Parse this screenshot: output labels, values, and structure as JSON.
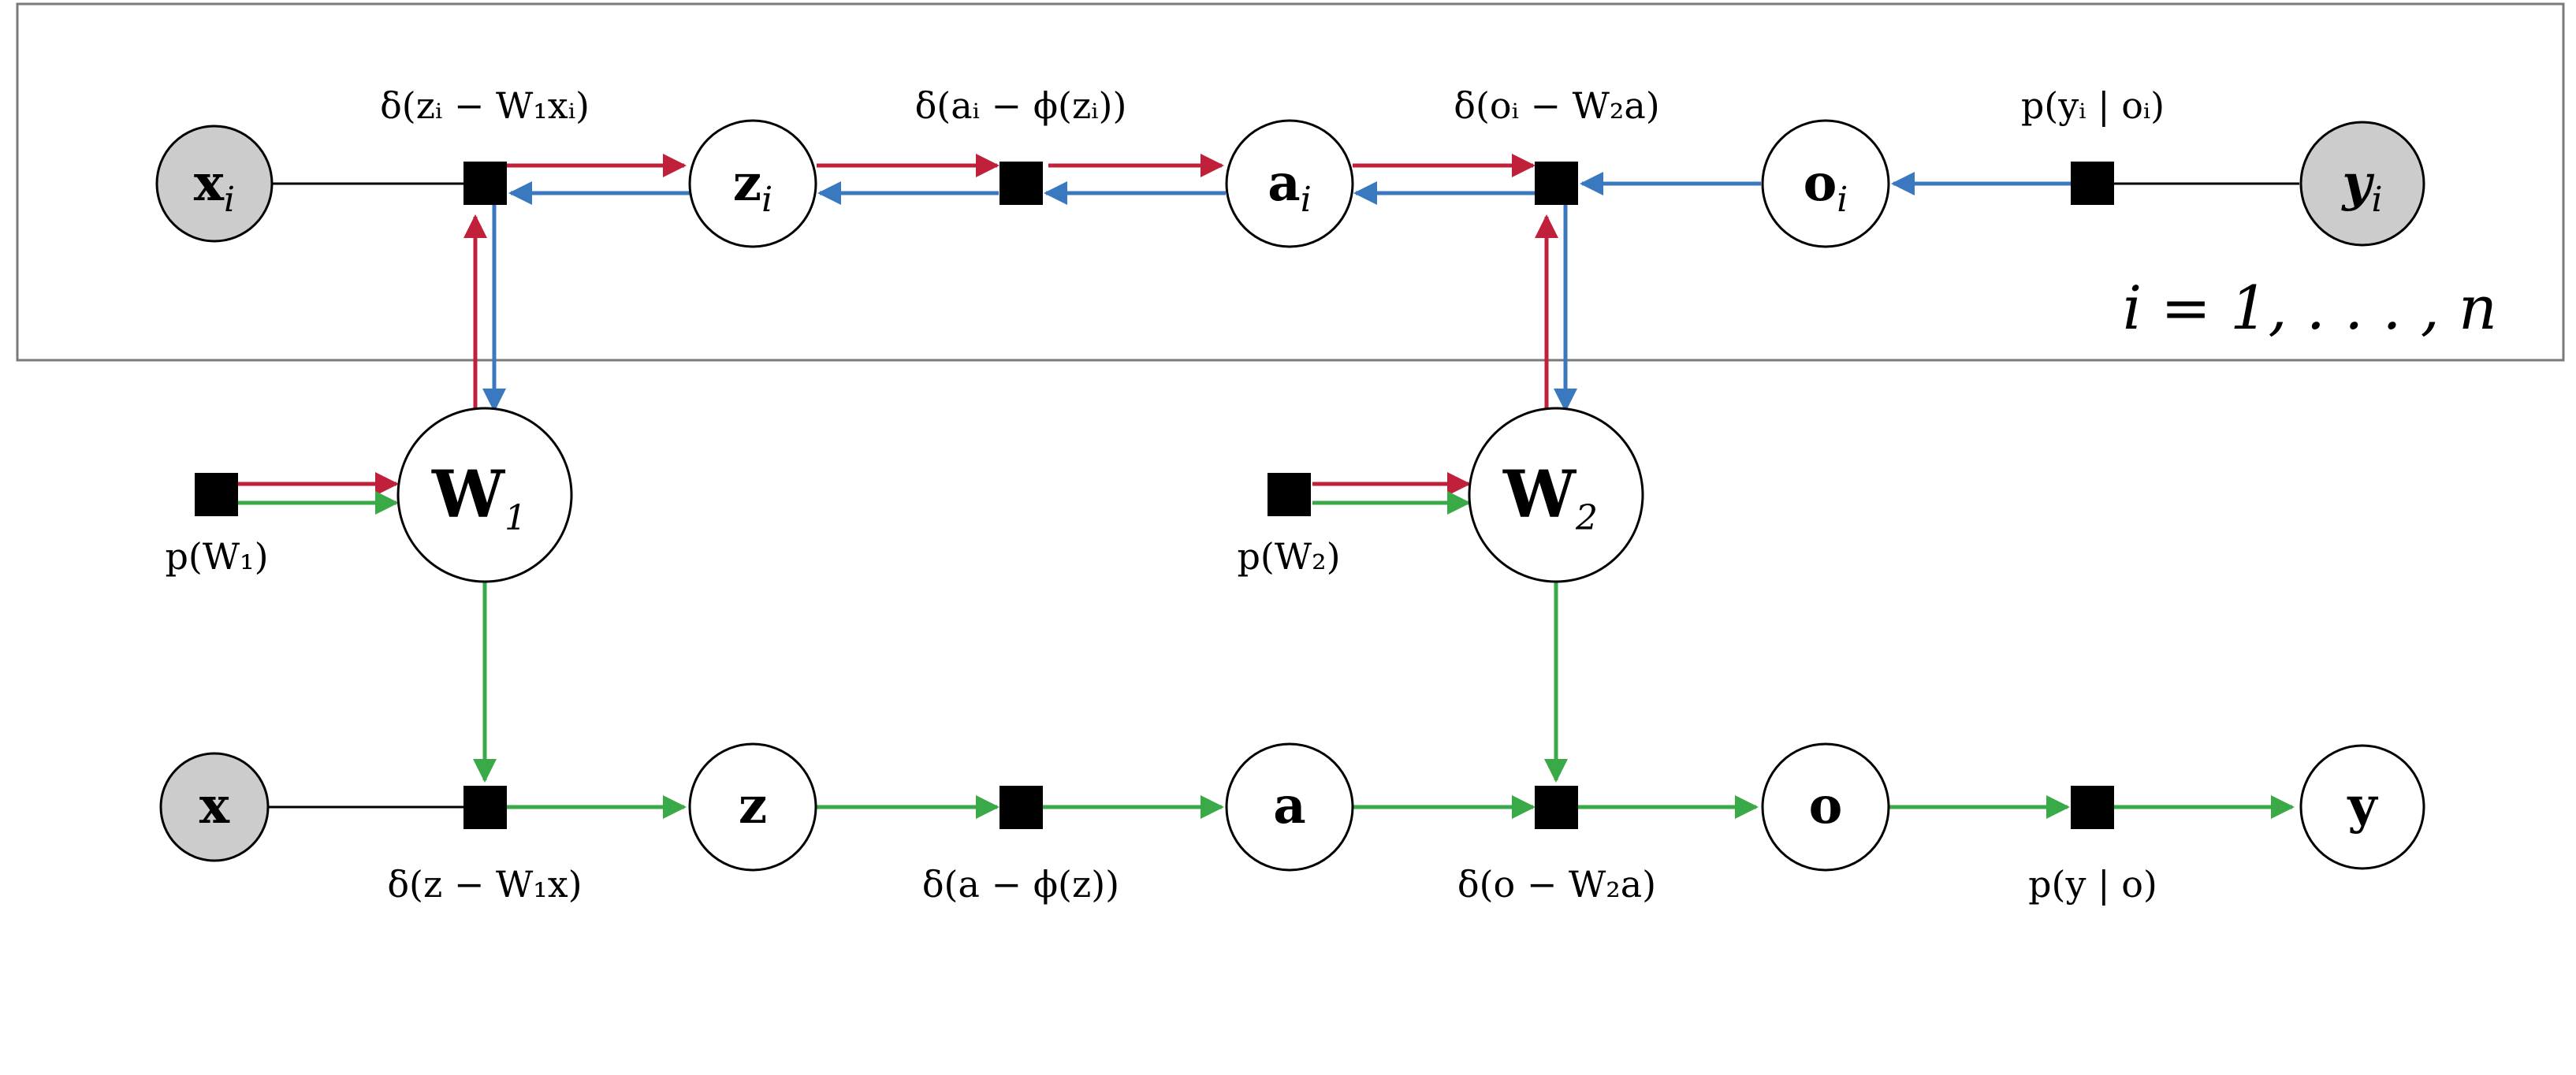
{
  "colors": {
    "red": "#c0203a",
    "blue": "#3a78c0",
    "green": "#3aaa48",
    "observed_fill": "#cccccc"
  },
  "plate": {
    "label": "i = 1, . . . , n"
  },
  "nodes": {
    "x_i": {
      "main": "x",
      "sub": "i"
    },
    "z_i": {
      "main": "z",
      "sub": "i"
    },
    "a_i": {
      "main": "a",
      "sub": "i"
    },
    "o_i": {
      "main": "o",
      "sub": "i"
    },
    "y_i": {
      "main": "y",
      "sub": "i"
    },
    "W1": {
      "main": "W",
      "sub": "1"
    },
    "W2": {
      "main": "W",
      "sub": "2"
    },
    "x": {
      "main": "x"
    },
    "z": {
      "main": "z"
    },
    "a": {
      "main": "a"
    },
    "o": {
      "main": "o"
    },
    "y": {
      "main": "y"
    }
  },
  "factors": {
    "f_zi": "δ(zᵢ − W₁xᵢ)",
    "f_ai": "δ(aᵢ − ϕ(zᵢ))",
    "f_oi": "δ(oᵢ − W₂a)",
    "f_yi": "p(yᵢ | oᵢ)",
    "f_w1": "p(W₁)",
    "f_w2": "p(W₂)",
    "f_z": "δ(z − W₁x)",
    "f_a": "δ(a − ϕ(z))",
    "f_o": "δ(o − W₂a)",
    "f_y": "p(y | o)"
  }
}
